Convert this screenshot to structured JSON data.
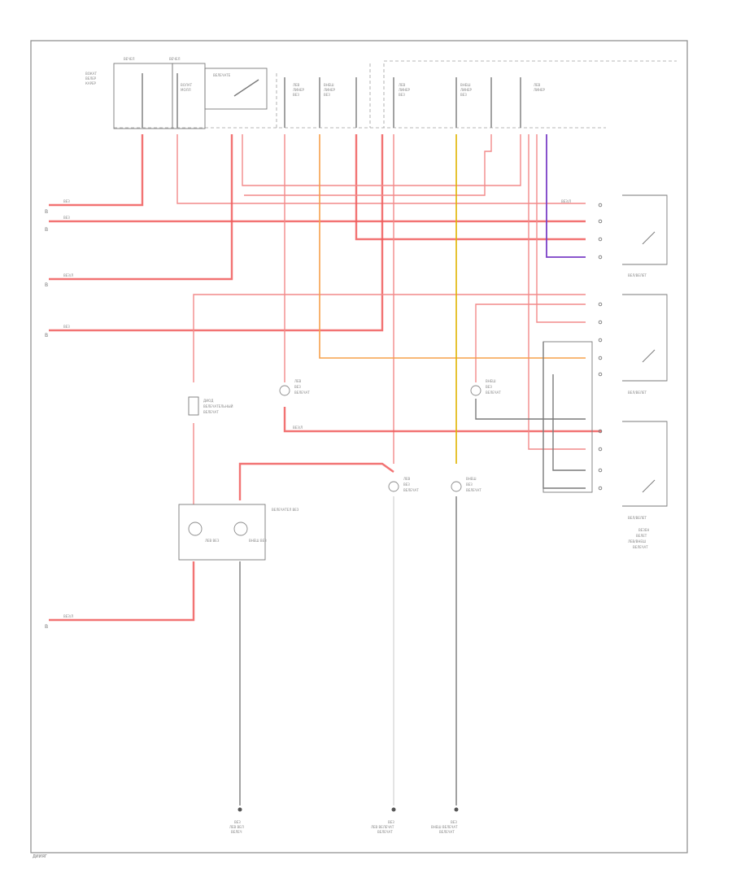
{
  "diagram": {
    "figure_code": "ДИИЯГ",
    "side_letters": [
      "B",
      "B",
      "B",
      "B",
      "B"
    ],
    "top_components": [
      {
        "id": "fuse-box-a",
        "title": "ВЕЧЕЛ",
        "lines": [
          "ВОКАТ",
          "ВЕЛЕР",
          "КАРЕР"
        ]
      },
      {
        "id": "fuse-box-b",
        "title": "ВЕЧЕЛ",
        "lines": [
          "ВОЛАТ",
          "МОЛЛ"
        ]
      },
      {
        "id": "switch-box",
        "title": "ВЕЛЕЧАТЕ",
        "lines": []
      },
      {
        "id": "fuse-1",
        "title": "ЛЕВ",
        "lines": [
          "ЛИНЕР",
          "ВЕЗ"
        ]
      },
      {
        "id": "fuse-2",
        "title": "ВНЕШ",
        "lines": [
          "ЛИНЕР",
          "ВЕЗ"
        ]
      },
      {
        "id": "fuse-3",
        "title": "ЛЕВ",
        "lines": [
          "ЛИНЕР",
          "ВЕЗ"
        ]
      },
      {
        "id": "fuse-4",
        "title": "ВНЕШ",
        "lines": [
          "ЛИНЕР",
          "ВЕЗ"
        ]
      },
      {
        "id": "fuse-5",
        "title": "ЛЕВ",
        "lines": [
          "ЛИНЕР"
        ]
      }
    ],
    "wire_labels": [
      "ВЕЗ",
      "ВЕЗ",
      "ВЕЗ/Л",
      "ВЕЗ",
      "ВЕЗ/Л",
      "ВЕЗ/Л",
      "ВЕЗ/Л"
    ],
    "relays": [
      {
        "id": "relay-1",
        "label": "ВЕЛ/ВЕЛЕТ"
      },
      {
        "id": "relay-2",
        "label": "ВЕЛ/ВЕЛЕТ"
      },
      {
        "id": "relay-3",
        "label": "ВЕЛ/ВЕЛЕТ"
      }
    ],
    "right_note": [
      "ВЕЗЕН",
      "ВЕЛЕТ",
      "ЛЕВ/ВНЕШ",
      "ВЕЛЕЧАТ"
    ],
    "lamps": [
      {
        "id": "lamp-left-headlight",
        "lines": [
          "ЛЕВ",
          "ВЕЗ",
          "ВЕЛЕЧАТ"
        ]
      },
      {
        "id": "lamp-right-headlight",
        "lines": [
          "ВНЕШ",
          "ВЕЗ",
          "ВЕЛЕЧАТ"
        ]
      },
      {
        "id": "lamp-left-low",
        "lines": [
          "ЛЕВ",
          "ВЕЗ",
          "ВЕЛЕЧАТ"
        ]
      },
      {
        "id": "lamp-right-low",
        "lines": [
          "ВНЕШ",
          "ВЕЗ",
          "ВЕЛЕЧАТ"
        ]
      }
    ],
    "diode": {
      "lines": [
        "ДИОД",
        "ВЕЛЕЧАТЕЛЬНЫЙ",
        "ВЕЛЕЧАТ"
      ]
    },
    "instrument_panel": {
      "title": "ВЕЛЕЧАТЕЛ ВЕЗ",
      "gauges": [
        "ЛЕВ ВЕЗ",
        "ВНЕШ ВЕЗ"
      ]
    },
    "grounds": [
      {
        "id": "ground-1",
        "lines": [
          "ВЕЗ",
          "ЛЕВ ВЕЛ",
          "ВЕЛЕЧ"
        ]
      },
      {
        "id": "ground-2",
        "lines": [
          "ВЕЗ",
          "ЛЕВ ВЕЛЕЧАТ",
          "ВЕЛЕЧАТ"
        ]
      },
      {
        "id": "ground-3",
        "lines": [
          "ВЕЗ",
          "ВНЕШ ВЕЛЕЧАТ",
          "ВЕЛЕЧАТ"
        ]
      }
    ],
    "colors": {
      "red": "#f05a5a",
      "orange": "#f6a04a",
      "yellow": "#e0b400",
      "purple": "#7a3fc6",
      "gray": "#7a7a7a"
    }
  }
}
